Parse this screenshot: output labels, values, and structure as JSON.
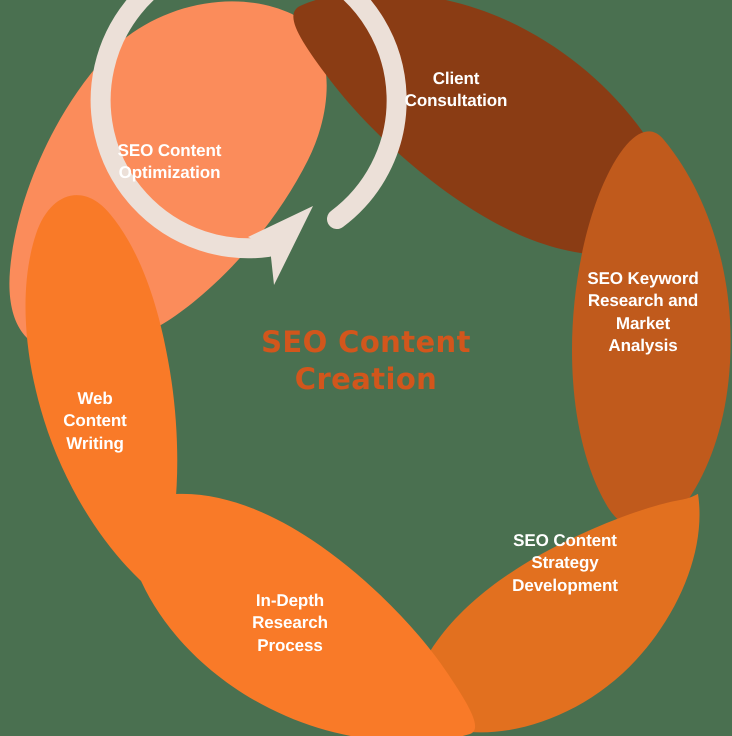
{
  "diagram": {
    "type": "circular-cycle",
    "center_title": "SEO Content\nCreation",
    "background_color": "#4a7050",
    "ring_color": "#ece0d8",
    "center_text_color": "#d2561c",
    "label_color": "#ffffff",
    "arrow_direction": "counterclockwise",
    "segment_count": 6,
    "segments": [
      {
        "id": "client-consultation",
        "label": "Client\nConsultation",
        "color": "#8a3c14",
        "order": 1,
        "position": "top-right"
      },
      {
        "id": "keyword-research",
        "label": "SEO Keyword\nResearch and\nMarket\nAnalysis",
        "color": "#c05a1c",
        "order": 2,
        "position": "right"
      },
      {
        "id": "strategy-development",
        "label": "SEO Content\nStrategy\nDevelopment",
        "color": "#e2701f",
        "order": 3,
        "position": "bottom-right"
      },
      {
        "id": "research-process",
        "label": "In-Depth\nResearch\nProcess",
        "color": "#f97a28",
        "order": 4,
        "position": "bottom-left"
      },
      {
        "id": "web-content-writing",
        "label": "Web\nContent\nWriting",
        "color": "#f97a28",
        "order": 5,
        "position": "left"
      },
      {
        "id": "seo-optimization",
        "label": "SEO Content\nOptimization",
        "color": "#fb8c5b",
        "order": 6,
        "position": "top-left"
      }
    ]
  }
}
